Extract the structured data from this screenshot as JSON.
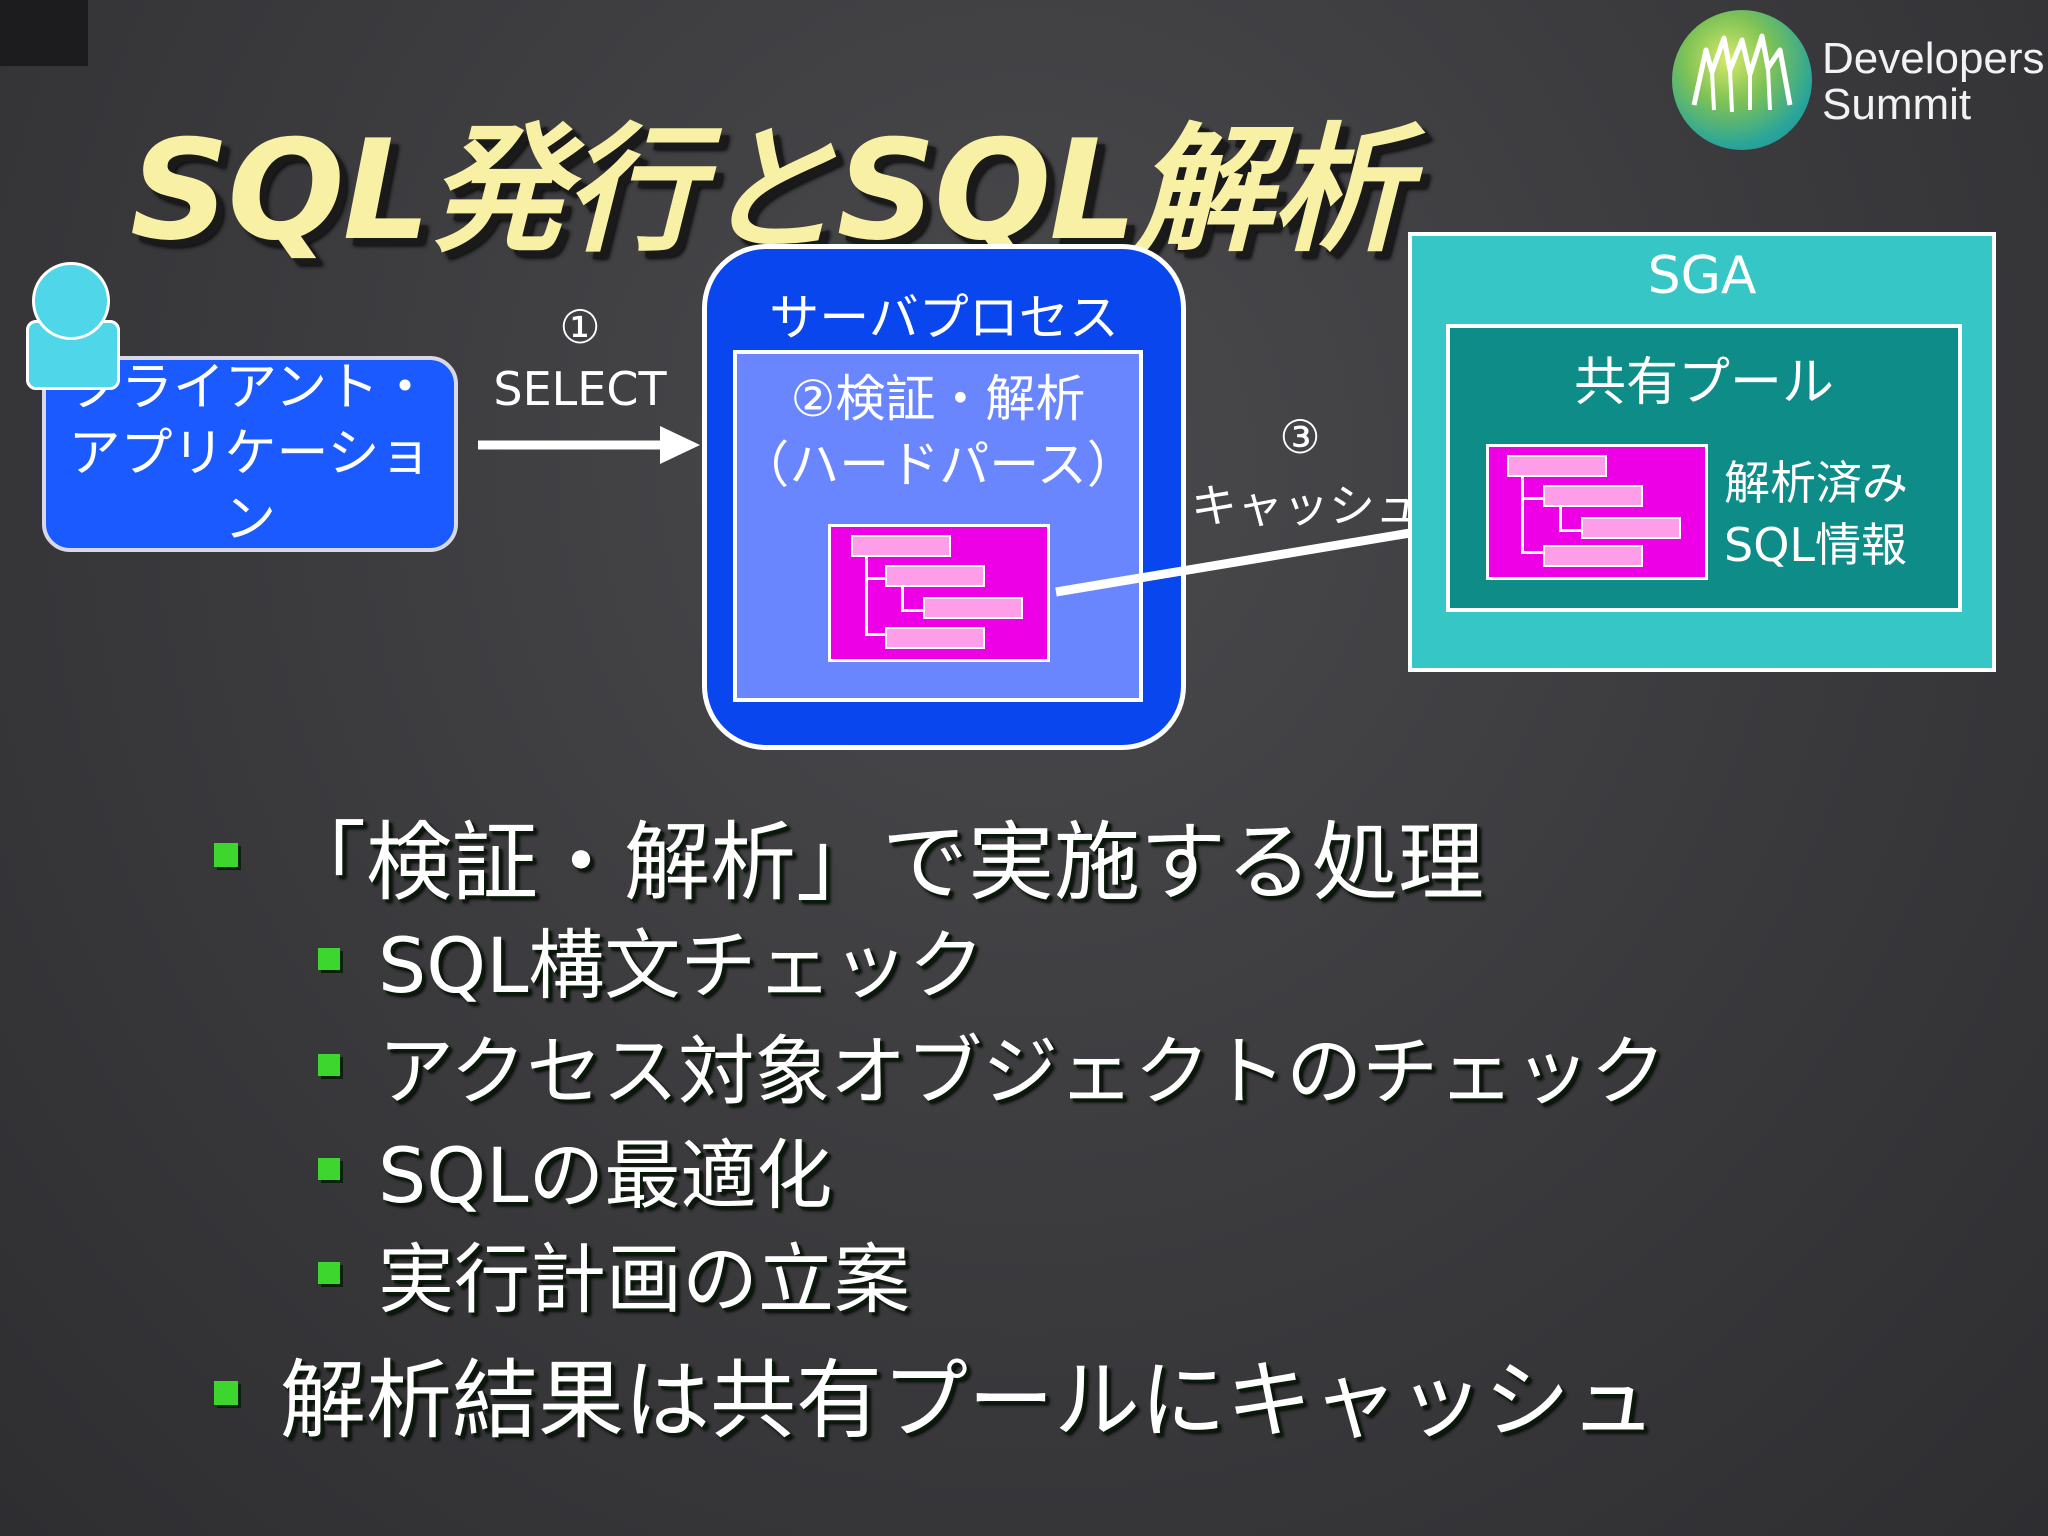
{
  "slide": {
    "title": "SQL発行とSQL解析"
  },
  "logo": {
    "line1": "Developers",
    "line2": "Summit"
  },
  "diagram": {
    "client": {
      "line1": "クライアント・",
      "line2": "アプリケーション"
    },
    "step1": {
      "number": "①",
      "label": "SELECT"
    },
    "server": {
      "title": "サーバプロセス",
      "inner_line1": "②検証・解析",
      "inner_line2": "（ハードパース）"
    },
    "step3": {
      "number": "③",
      "label": "キャッシュ"
    },
    "sga": {
      "title": "SGA",
      "pool_title": "共有プール",
      "parsed_line1": "解析済み",
      "parsed_line2": "SQL情報"
    }
  },
  "bullets": {
    "item1": "「検証・解析」で実施する処理",
    "sub1": "SQL構文チェック",
    "sub2": "アクセス対象オブジェクトのチェック",
    "sub3": "SQLの最適化",
    "sub4": "実行計画の立案",
    "item2": "解析結果は共有プールにキャッシュ"
  },
  "colors": {
    "title": "#f7f0a5",
    "client_box": "#1a5aff",
    "server_box": "#0a46ee",
    "sga_box": "#36c6c6",
    "pool_box": "#0e8c88",
    "tree": "#ee00e6",
    "bullet": "#3dd62e"
  }
}
